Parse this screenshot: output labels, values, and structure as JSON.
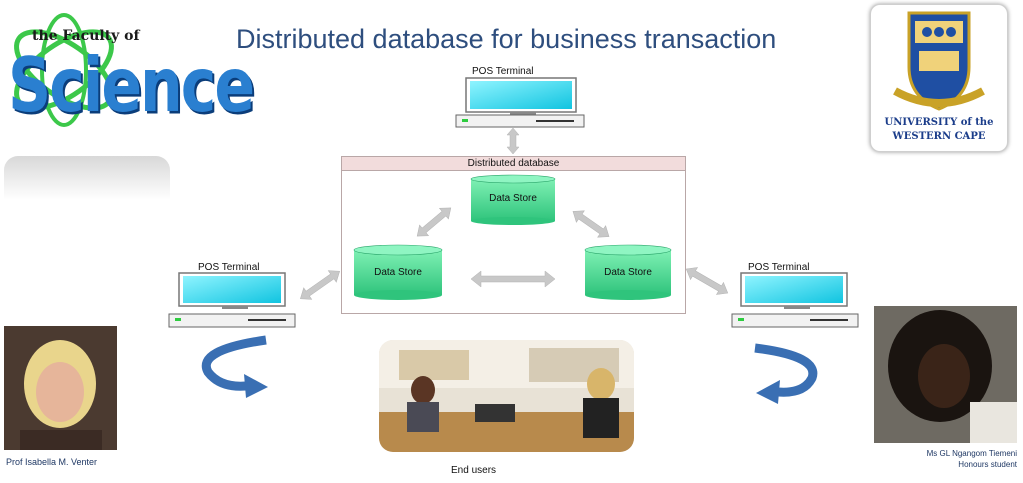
{
  "title": "Distributed database for business transaction",
  "faculty_logo": {
    "line1": "the Faculty of",
    "line2": "Science"
  },
  "university_logo": {
    "line1": "UNIVERSITY of the",
    "line2": "WESTERN CAPE"
  },
  "diagram": {
    "container_label": "Distributed database",
    "data_stores": [
      "Data Store",
      "Data Store",
      "Data Store"
    ],
    "terminals": [
      "POS Terminal",
      "POS Terminal",
      "POS Terminal"
    ],
    "end_users_label": "End users"
  },
  "people": {
    "left_caption": "Prof  Isabella  M. Venter",
    "right_caption_line1": "Ms GL Ngangom Tiemeni",
    "right_caption_line2": "Honours student"
  },
  "colors": {
    "title": "#2e4e7e",
    "data_store": "#3ed18a",
    "screen": "#22d3ee",
    "arrow_gray": "#c8c8c8",
    "curved_arrow": "#3a6fb3",
    "container_header": "#f2dcdc"
  }
}
